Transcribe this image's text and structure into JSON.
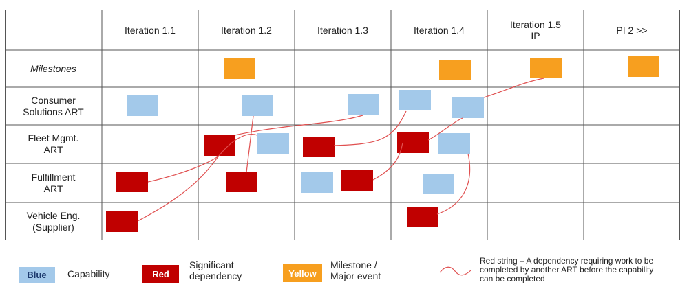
{
  "columns": [
    "Iteration 1.1",
    "Iteration 1.2",
    "Iteration 1.3",
    "Iteration 1.4",
    "Iteration 1.5 IP",
    "PI 2 >>"
  ],
  "column_5_lines": [
    "Iteration 1.5",
    "IP"
  ],
  "rows": [
    {
      "id": "milestones",
      "label": "Milestones"
    },
    {
      "id": "consumer",
      "label_lines": [
        "Consumer",
        "Solutions ART"
      ]
    },
    {
      "id": "fleet",
      "label_lines": [
        "Fleet Mgmt.",
        "ART"
      ]
    },
    {
      "id": "fulfillment",
      "label_lines": [
        "Fulfillment",
        "ART"
      ]
    },
    {
      "id": "vehicle",
      "label_lines": [
        "Vehicle Eng.",
        "(Supplier)"
      ]
    }
  ],
  "colors": {
    "blue": "#a3c9ea",
    "red": "#c00000",
    "yellow": "#f79f1f",
    "string": "#e05050",
    "grid": "#555555"
  },
  "legend": {
    "blue_chip": "Blue",
    "blue_text": "Capability",
    "red_chip": "Red",
    "red_text_lines": [
      "Significant",
      "dependency"
    ],
    "yellow_chip": "Yellow",
    "yellow_text_lines": [
      "Milestone /",
      "Major event"
    ],
    "string_text_lines": [
      "Red string – A dependency requiring work to be",
      "completed by another ART before the capability",
      "can be completed"
    ]
  }
}
